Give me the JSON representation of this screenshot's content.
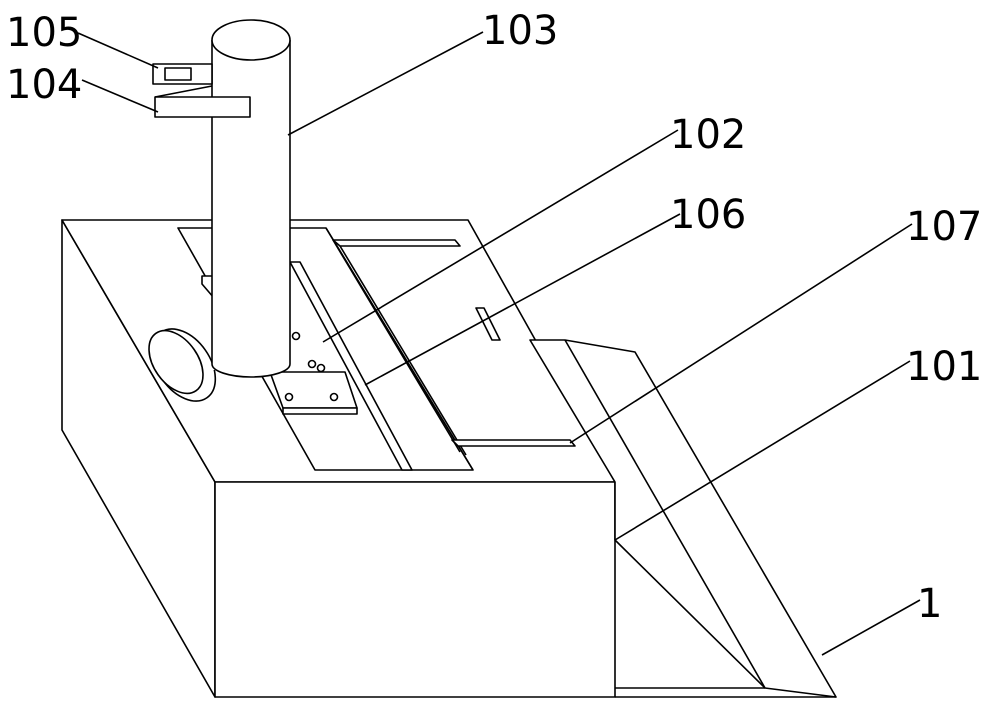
{
  "figure": {
    "labels": {
      "l105": "105",
      "l104": "104",
      "l103": "103",
      "l102": "102",
      "l106": "106",
      "l107": "107",
      "l101": "101",
      "l1": "1"
    },
    "colors": {
      "line": "#000000",
      "background": "#ffffff"
    }
  }
}
